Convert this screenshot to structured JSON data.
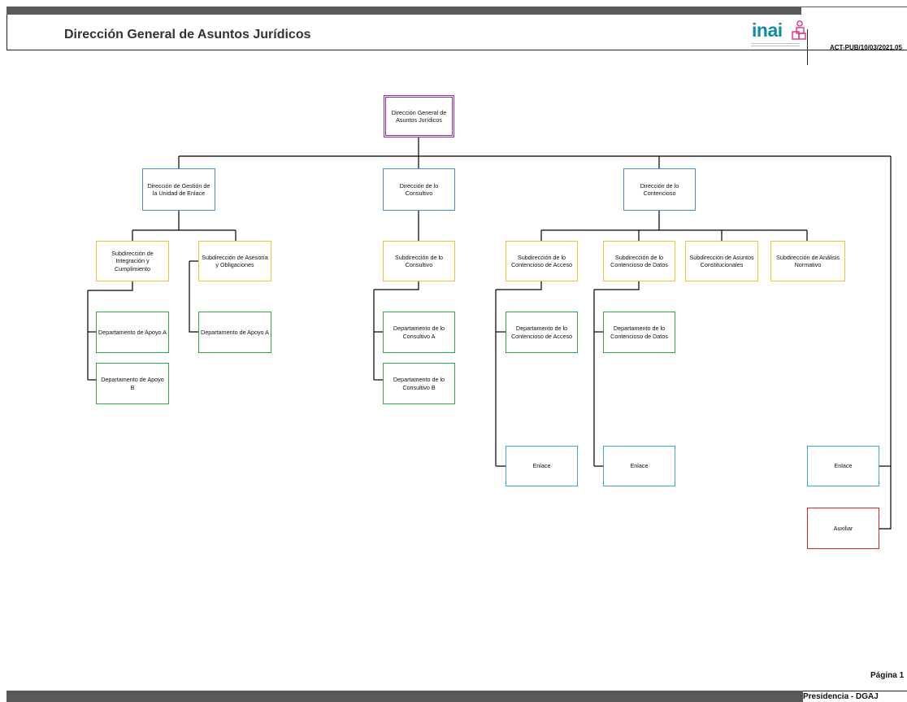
{
  "header": {
    "title": "Dirección General de Asuntos Jurídicos",
    "logo_text": "inai",
    "document_code": "ACT-PUB/10/03/2021.05"
  },
  "footer": {
    "page_label": "Página 1",
    "section_label": "Presidencia - DGAJ"
  },
  "colors": {
    "direccion_general": "#8e2fa8",
    "direccion": "#3d8fd6",
    "subdireccion": "#f2c230",
    "departamento": "#2fa84a",
    "enlace": "#3aa7d9",
    "auxiliar": "#e0252b",
    "brand": "#0f8da2"
  },
  "org": {
    "root": "Dirección General de Asuntos Jurídicos",
    "dir_gestion": "Dirección de Gestión de la Unidad de Enlace",
    "dir_consultivo": "Dirección de lo Consultivo",
    "dir_contencioso": "Dirección de lo Contencioso",
    "sub_integracion": "Subdirección de Integración y Cumplimiento",
    "sub_asesoria": "Subdirección de Asesoría y Obligaciones",
    "sub_consultivo": "Subdirección de lo Consultivo",
    "sub_cont_acceso": "Subdirección de lo Contencioso de Acceso",
    "sub_cont_datos": "Subdirección de lo Contencioso de Datos",
    "sub_constitucionales": "Subdirección de Asuntos Constitucionales",
    "sub_analisis": "Subdirección de Análisis Normativo",
    "dep_apoyo_a_1": "Departamento de Apoyo A",
    "dep_apoyo_b": "Departamento de Apoyo B",
    "dep_apoyo_a_2": "Departamento de Apoyo A",
    "dep_consultivo_a": "Departamento de lo Consultivo A",
    "dep_consultivo_b": "Departamento de lo Consultivo B",
    "dep_cont_acceso": "Departamento de lo Contencioso de Acceso",
    "dep_cont_datos": "Departamento de lo Contencioso de Datos",
    "enlace_acceso": "Enlace",
    "enlace_datos": "Enlace",
    "enlace_general": "Enlace",
    "auxiliar": "Auxiliar"
  }
}
